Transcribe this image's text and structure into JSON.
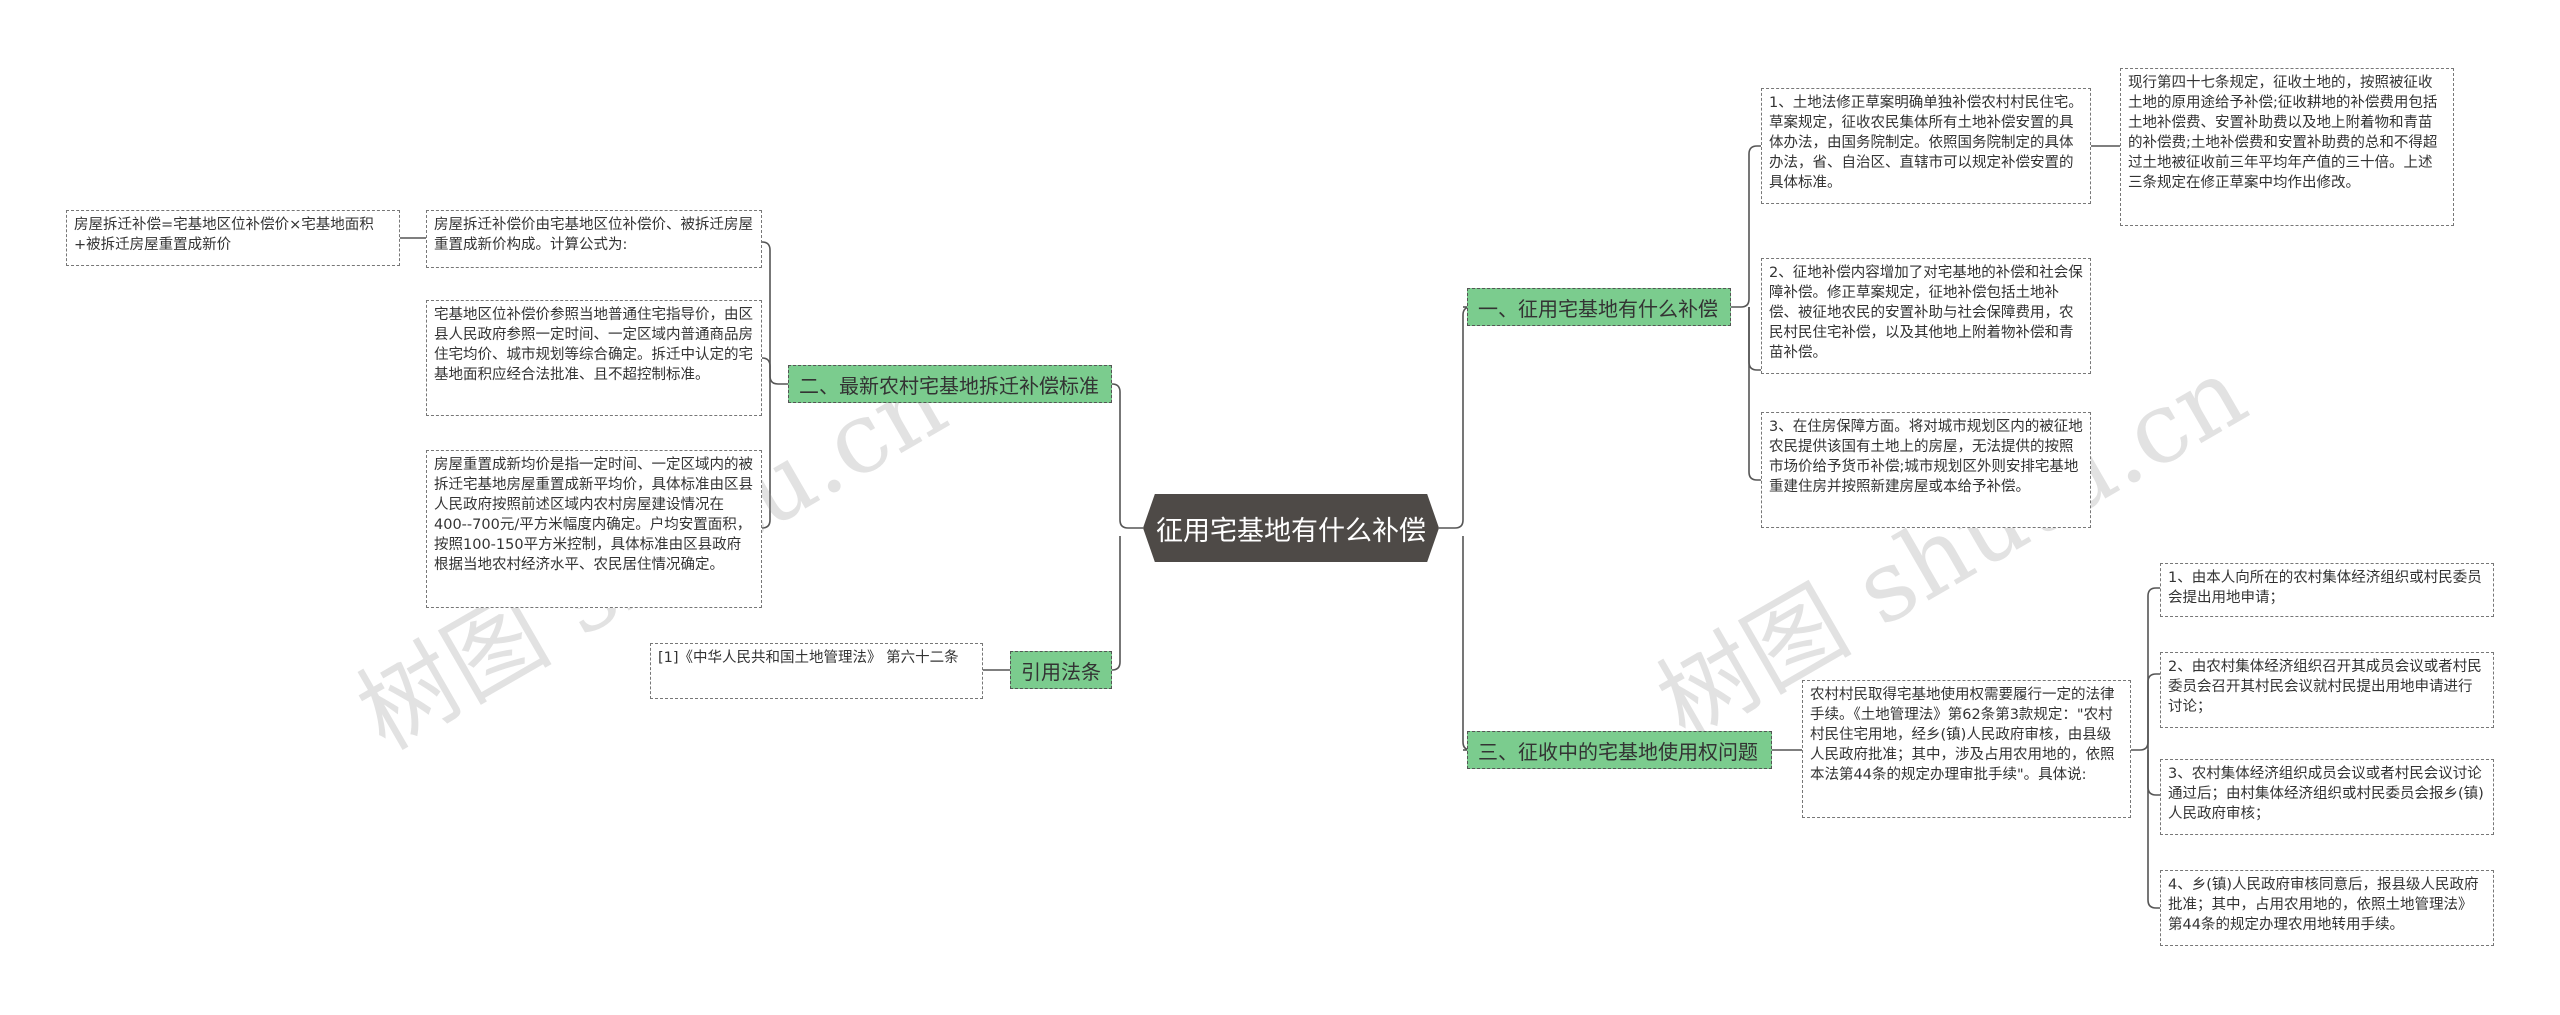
{
  "root": "征用宅基地有什么补偿",
  "branch1": {
    "label": "一、征用宅基地有什么补偿",
    "item1": "1、土地法修正草案明确单独补偿农村村民住宅。草案规定，征收农民集体所有土地补偿安置的具体办法，由国务院制定。依照国务院制定的具体办法，省、自治区、直辖市可以规定补偿安置的具体标准。",
    "item1_note": "现行第四十七条规定，征收土地的，按照被征收土地的原用途给予补偿;征收耕地的补偿费用包括土地补偿费、安置补助费以及地上附着物和青苗的补偿费;土地补偿费和安置补助费的总和不得超过土地被征收前三年平均年产值的三十倍。上述三条规定在修正草案中均作出修改。",
    "item2": "2、征地补偿内容增加了对宅基地的补偿和社会保障补偿。修正草案规定，征地补偿包括土地补偿、被征地农民的安置补助与社会保障费用，农民村民住宅补偿，以及其他地上附着物补偿和青苗补偿。",
    "item3": "3、在住房保障方面。将对城市规划区内的被征地农民提供该国有土地上的房屋，无法提供的按照市场价给予货币补偿;城市规划区外则安排宅基地重建住房并按照新建房屋或本给予补偿。"
  },
  "branch2": {
    "label": "二、最新农村宅基地拆迁补偿标准",
    "item1": "房屋拆迁补偿价由宅基地区位补偿价、被拆迁房屋重置成新价构成。计算公式为:",
    "formula": "房屋拆迁补偿=宅基地区位补偿价×宅基地面积+被拆迁房屋重置成新价",
    "item2": "宅基地区位补偿价参照当地普通住宅指导价，由区县人民政府参照一定时间、一定区域内普通商品房住宅均价、城市规划等综合确定。拆迁中认定的宅基地面积应经合法批准、且不超控制标准。",
    "item3": "房屋重置成新均价是指一定时间、一定区域内的被拆迁宅基地房屋重置成新平均价，具体标准由区县人民政府按照前述区域内农村房屋建设情况在400--700元/平方米幅度内确定。户均安置面积，按照100-150平方米控制，具体标准由区县政府根据当地农村经济水平、农民居住情况确定。"
  },
  "branch3": {
    "label": "三、征收中的宅基地使用权问题",
    "item": "农村村民取得宅基地使用权需要履行一定的法律手续。《土地管理法》第62条第3款规定：\"农村村民住宅用地，经乡(镇)人民政府审核，由县级人民政府批准；其中，涉及占用农用地的，依照本法第44条的规定办理审批手续\"。具体说:",
    "sub1": "1、由本人向所在的农村集体经济组织或村民委员会提出用地申请；",
    "sub2": "2、由农村集体经济组织召开其成员会议或者村民委员会召开其村民会议就村民提出用地申请进行讨论；",
    "sub3": "3、农村集体经济组织成员会议或者村民会议讨论通过后；由村集体经济组织或村民委员会报乡(镇)人民政府审核；",
    "sub4": "4、乡(镇)人民政府审核同意后，报县级人民政府批准；其中，占用农用地的，依照土地管理法》第44条的规定办理农用地转用手续。"
  },
  "branch4": {
    "label": "引用法条",
    "item": "[1]《中华人民共和国土地管理法》 第六十二条"
  },
  "watermarks": [
    "树图 shutu.cn",
    "树图 shutu.cn"
  ],
  "colors": {
    "root": "#4e4a47",
    "branch": "#7bcc8e",
    "line": "#555555"
  }
}
